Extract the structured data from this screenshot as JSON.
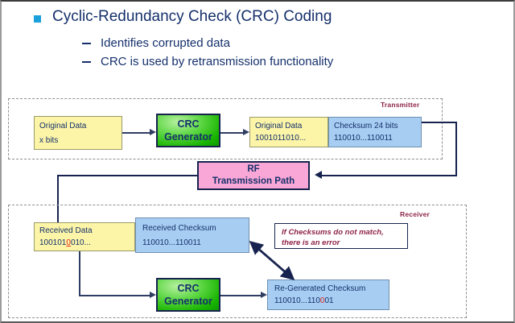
{
  "slide": {
    "title": "Cyclic-Redundancy Check (CRC) Coding",
    "bullets": [
      "Identifies corrupted data",
      "CRC is used by retransmission functionality"
    ]
  },
  "transmitter": {
    "label": "Transmitter",
    "original_data": {
      "line1": "Original Data",
      "line2": "x bits"
    },
    "crc_generator": {
      "line1": "CRC",
      "line2": "Generator"
    },
    "output_data": {
      "line1": "Original Data",
      "line2": "1001011010..."
    },
    "output_checksum": {
      "line1": "Checksum 24 bits",
      "line2": "110010...110011"
    }
  },
  "channel": {
    "rf_path": {
      "line1": "RF",
      "line2": "Transmission Path"
    }
  },
  "receiver": {
    "label": "Receiver",
    "received_data": {
      "line1": "Received Data",
      "bits_prefix": "100101",
      "bits_error": "0",
      "bits_suffix": "010..."
    },
    "received_checksum": {
      "line1": "Received Checksum",
      "line2": "110010...110011"
    },
    "crc_generator": {
      "line1": "CRC",
      "line2": "Generator"
    },
    "regenerated_checksum": {
      "line1": "Re-Generated Checksum",
      "bits_prefix": "110010...110",
      "bits_error": "0",
      "bits_suffix": "01"
    },
    "note": {
      "line1": "If Checksums do not match,",
      "line2": "there is an error"
    }
  },
  "colors": {
    "bullet": "#1BA0DC",
    "text_navy": "#15306b",
    "group_label": "#8e2547",
    "yellow_fill": "#FCF5A8",
    "blue_fill": "#A7CEF2",
    "green_fill": "#18b400",
    "pink_fill": "#F9A7D6",
    "error_red": "#E8241A",
    "connector": "#2f3d63"
  }
}
